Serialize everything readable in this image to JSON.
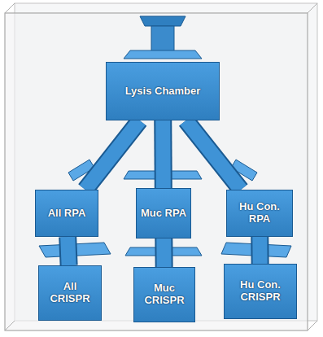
{
  "diagram": {
    "nodes": [
      {
        "text": [
          "Lysis Chamber"
        ]
      },
      {
        "text": [
          "All RPA"
        ]
      },
      {
        "text": [
          "Muc RPA"
        ]
      },
      {
        "text": [
          "Hu Con. RPA"
        ]
      },
      {
        "text": [
          "All CRISPR"
        ]
      },
      {
        "text": [
          "Muc CRISPR"
        ]
      },
      {
        "text": [
          "Hu Con. CRISPR"
        ]
      }
    ],
    "edges": [
      {
        "from": 0,
        "to": 1,
        "arrow": "none"
      },
      {
        "from": 0,
        "to": 2,
        "arrow": "none"
      },
      {
        "from": 0,
        "to": 3,
        "arrow": "none"
      },
      {
        "from": 1,
        "to": 4,
        "arrow": "none"
      },
      {
        "from": 2,
        "to": 5,
        "arrow": "none"
      },
      {
        "from": 3,
        "to": 6,
        "arrow": "none"
      }
    ]
  }
}
